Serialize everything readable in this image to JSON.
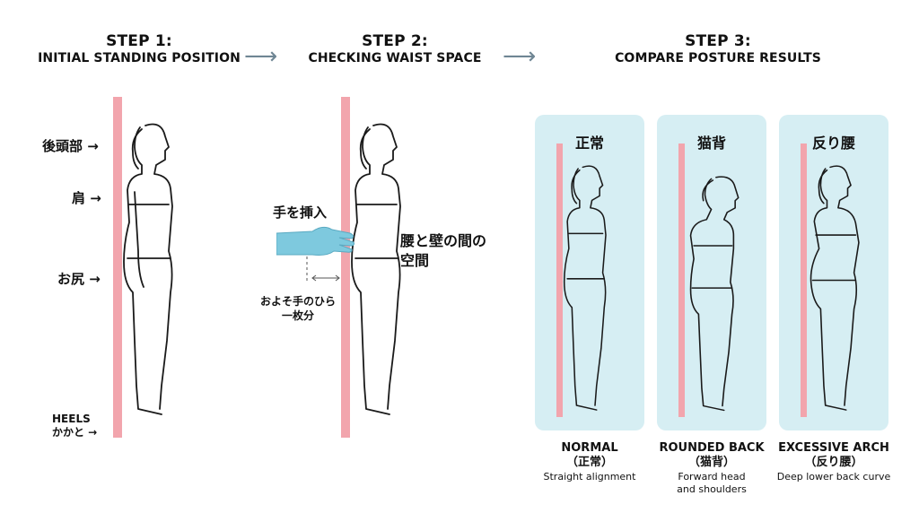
{
  "step1": {
    "title": "STEP 1:",
    "subtitle": "INITIAL STANDING POSITION",
    "labels": {
      "head": "後頭部 →",
      "shoulder": "肩 →",
      "hip": "お尻 →",
      "heels_en": "HEELS",
      "heels_jp": "かかと →"
    }
  },
  "step2": {
    "title": "STEP 2:",
    "subtitle": "CHECKING WAIST SPACE",
    "insert_hand": "手を挿入",
    "space_line1": "腰と壁の間の",
    "space_line2": "空間",
    "palm_line1": "およそ手のひら",
    "palm_line2": "一枚分"
  },
  "step3": {
    "title": "STEP 3:",
    "subtitle": "COMPARE POSTURE RESULTS",
    "results": [
      {
        "panel_label": "正常",
        "name": "NORMAL",
        "name_jp": "（正常）",
        "desc": "Straight alignment"
      },
      {
        "panel_label": "猫背",
        "name": "ROUNDED BACK",
        "name_jp": "（猫背）",
        "desc_line1": "Forward head",
        "desc_line2": "and shoulders"
      },
      {
        "panel_label": "反り腰",
        "name": "EXCESSIVE ARCH",
        "name_jp": "（反り腰）",
        "desc": "Deep lower back curve"
      }
    ]
  },
  "colors": {
    "wall": "#f2a5ad",
    "panel_bg": "#d6eef3",
    "hand": "#7ec9de",
    "arrow": "#6f8694"
  },
  "icons": [
    "arrow-right-icon",
    "hand-icon"
  ]
}
